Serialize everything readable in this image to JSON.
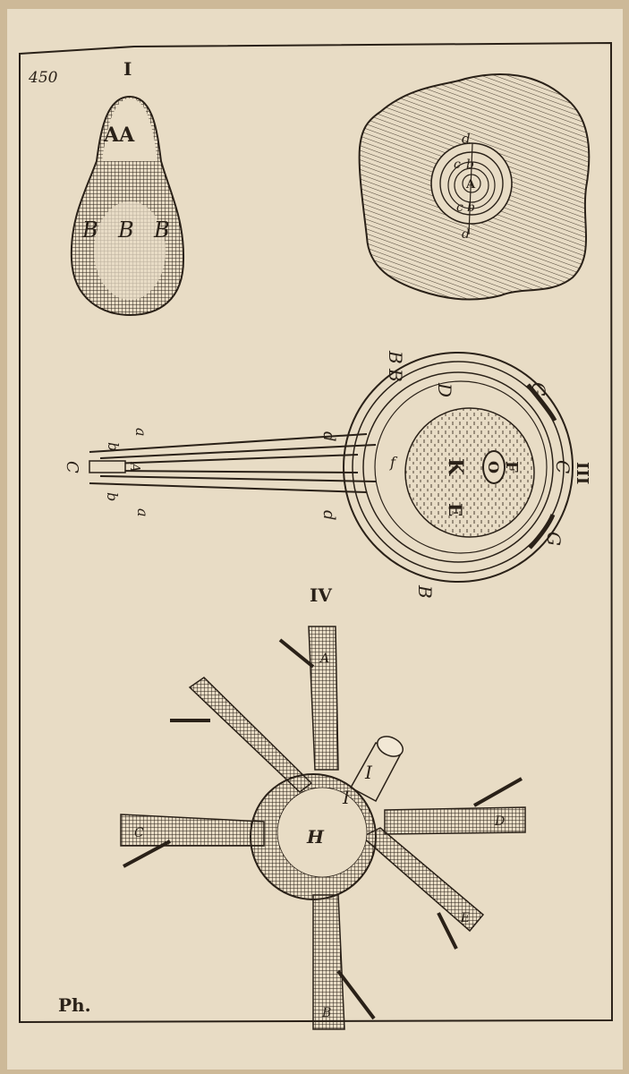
{
  "page": {
    "page_number": "450",
    "signature": "Ph.",
    "colors": {
      "paper": "#e8dcc5",
      "ink": "#2a2118",
      "edge": "#cdb998"
    }
  },
  "figures": {
    "fig1": {
      "numeral": "I",
      "labels": [
        "AA",
        "B",
        "B",
        "B"
      ]
    },
    "fig2": {
      "labels": [
        "d",
        "c",
        "b",
        "A",
        "c",
        "b",
        "d"
      ]
    },
    "fig3": {
      "numeral": "III",
      "labels": [
        "B",
        "B",
        "D",
        "G",
        "d",
        "a",
        "b",
        "C",
        "A",
        "b",
        "a",
        "d",
        "f",
        "K",
        "E",
        "O",
        "F",
        "C",
        "G",
        "B"
      ]
    },
    "fig4": {
      "numeral": "IV",
      "labels": [
        "A",
        "I",
        "I",
        "H",
        "D",
        "C",
        "E",
        "B"
      ]
    }
  }
}
